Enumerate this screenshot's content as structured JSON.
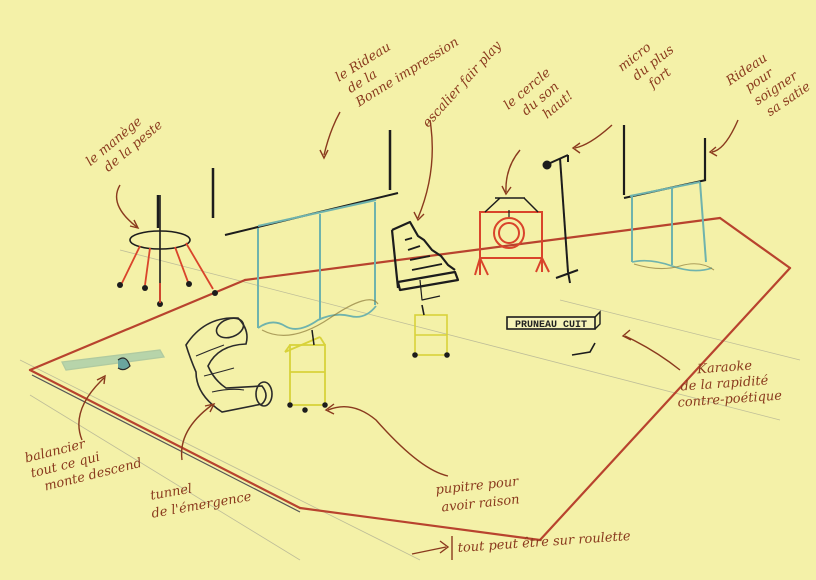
{
  "annotations": {
    "manege": [
      "le manège",
      "de la peste"
    ],
    "rideau_bonne_impression": [
      "le Rideau",
      "de la",
      "Bonne impression"
    ],
    "escalier": "escalier fair play",
    "cercle": [
      "le cercle",
      "du son",
      "haut!"
    ],
    "micro": [
      "micro",
      "du plus",
      "fort"
    ],
    "rideau_satie": [
      "Rideau",
      "pour",
      "soigner",
      "sa satie"
    ],
    "balancier": [
      "balancier",
      "tout ce qui",
      "monte descend"
    ],
    "tunnel": [
      "tunnel",
      "de l'émergence"
    ],
    "pupitre": [
      "pupitre pour",
      "avoir raison"
    ],
    "karaoke": [
      "Karaoke",
      "de la rapidité",
      "contre-poétique"
    ],
    "footer": "tout peut être sur roulette"
  },
  "sign_text": "PRUNEAU CUIT",
  "colors": {
    "paper": "#f4f1a8",
    "ink_brown": "#8a3a1e",
    "ink_black": "#1c1c1c",
    "floor_red": "#b8432e",
    "curtain_blue": "#6fb3ad",
    "frame_yellow": "#d8d23a",
    "gong_red": "#d9442b",
    "pencil_grey": "#9a9a8a"
  }
}
